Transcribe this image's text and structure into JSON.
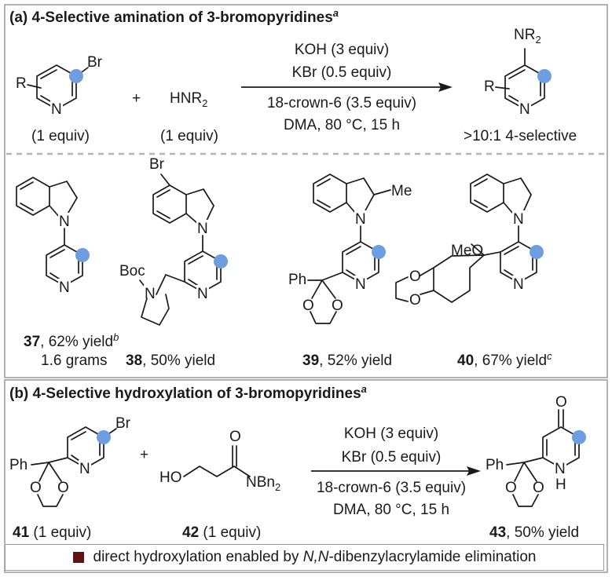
{
  "section_a": {
    "title": "(a) 4-Selective amination of 3-bromopyridines",
    "title_sup": "a",
    "plus": "+",
    "reagent": "HNR",
    "reagent_sub": "2",
    "sm_equiv": "(1 equiv)",
    "reagent_equiv": "(1 equiv)",
    "cond1": "KOH (3 equiv)",
    "cond2": "KBr (0.5 equiv)",
    "cond3": "18-crown-6 (3.5 equiv)",
    "cond4": "DMA, 80 °C, 15 h",
    "product_note": ">10:1 4-selective",
    "atom_br": "Br",
    "atom_r": "R",
    "atom_n": "N",
    "prod_nr": "NR",
    "prod_nr_sub": "2"
  },
  "examples": [
    {
      "num": "37",
      "text": ", 62% yield",
      "sup": "b",
      "line2": "1.6 grams"
    },
    {
      "num": "38",
      "text": ", 50% yield",
      "sup": "",
      "line2": ""
    },
    {
      "num": "39",
      "text": ", 52% yield",
      "sup": "",
      "line2": ""
    },
    {
      "num": "40",
      "text": ", 67% yield",
      "sup": "c",
      "line2": ""
    }
  ],
  "example_atoms": {
    "br": "Br",
    "boc": "Boc",
    "me": "Me",
    "ph": "Ph",
    "meo": "MeO",
    "o": "O",
    "n": "N"
  },
  "section_b": {
    "title": "(b) 4-Selective hydroxylation of 3-bromopyridines",
    "title_sup": "a",
    "plus": "+",
    "sm_num": "41",
    "sm_equiv": " (1 equiv)",
    "reagent_num": "42",
    "reagent_equiv": " (1 equiv)",
    "reagent_ho": "HO",
    "reagent_o": "O",
    "reagent_nbn": "NBn",
    "reagent_nbn_sub": "2",
    "cond1": "KOH (3 equiv)",
    "cond2": "KBr (0.5 equiv)",
    "cond3": "18-crown-6 (3.5 equiv)",
    "cond4": "DMA, 80 °C, 15 h",
    "prod_num": "43",
    "prod_text": ", 50% yield",
    "prod_nh": "H"
  },
  "footnote": {
    "pre": "direct hydroxylation enabled by ",
    "italic": "N,N",
    "post": "-dibenzylacrylamide elimination"
  },
  "colors": {
    "highlight": "#6f9ee0",
    "legend_square": "#5e1414",
    "frame": "#9a9a9a",
    "divider": "#b5b5b5"
  }
}
